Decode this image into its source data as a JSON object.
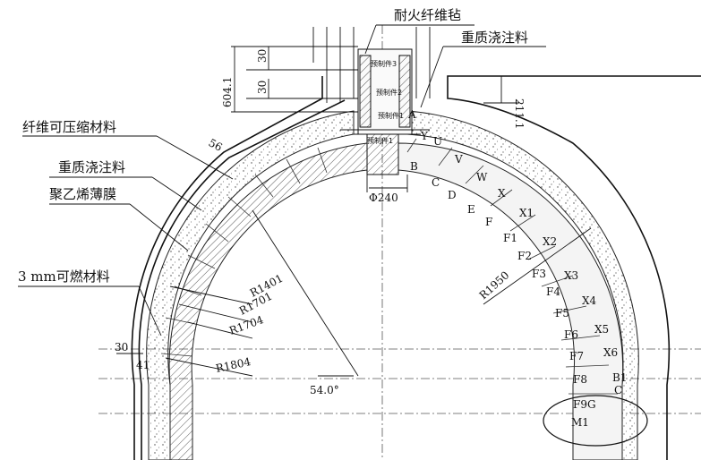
{
  "labels": {
    "fiber_felt": "耐火纤维毡",
    "heavy_castable_top": "重质浇注料",
    "fiber_compressible": "纤维可压缩材料",
    "heavy_castable_left": "重质浇注料",
    "pe_film": "聚乙烯薄膜",
    "combustible_3mm": "3 mm可燃材料"
  },
  "dimensions": {
    "d_604": "604.1",
    "d_30_a": "30",
    "d_30_b": "30",
    "d_211": "211.1",
    "d_56": "56",
    "d_phi240": "Φ240",
    "r_1401": "R1401",
    "r_1701": "R1701",
    "r_1704": "R1704",
    "r_1804": "R1804",
    "r_1950": "R1950",
    "angle": "54.0°",
    "d_30_left": "30",
    "d_41": "41"
  },
  "precast": {
    "p3": "预制件3",
    "p2": "预制件2",
    "p1a": "预制件1",
    "p1b": "预制件1",
    "a": "A"
  },
  "bricks_left": [
    "B",
    "C",
    "D",
    "E",
    "F",
    "F1",
    "F2",
    "F3",
    "F4",
    "F5",
    "F6",
    "F7",
    "F8",
    "F9G",
    "M1"
  ],
  "bricks_right": [
    "U",
    "V",
    "W",
    "X",
    "X1",
    "X2",
    "X3",
    "X4",
    "X5",
    "X6",
    "B1",
    "C"
  ],
  "extra_y": "Y"
}
